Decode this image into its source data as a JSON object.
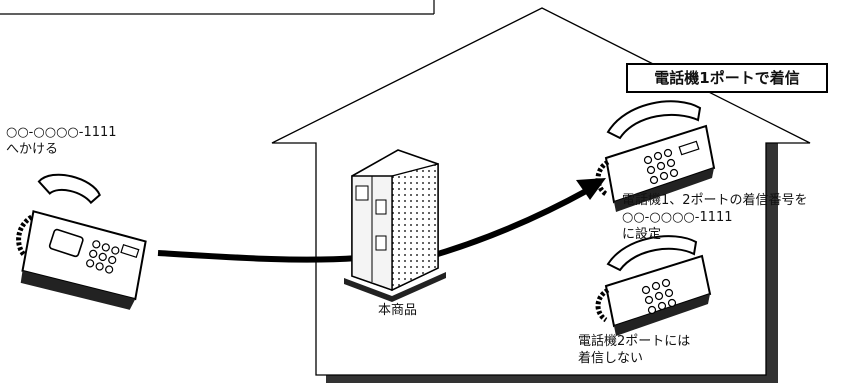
{
  "caller": {
    "number_line": "○○-○○○○-1111",
    "action_line": "へかける"
  },
  "device_label": "本商品",
  "highlight_title": "電話機1ポートで着信",
  "phone1_note": {
    "line1": "電話機1、2ポートの着信番号を",
    "line2": "○○-○○○○-1111",
    "line3": "に設定"
  },
  "phone2_note": {
    "line1": "電話機2ポートには",
    "line2": "着信しない"
  }
}
